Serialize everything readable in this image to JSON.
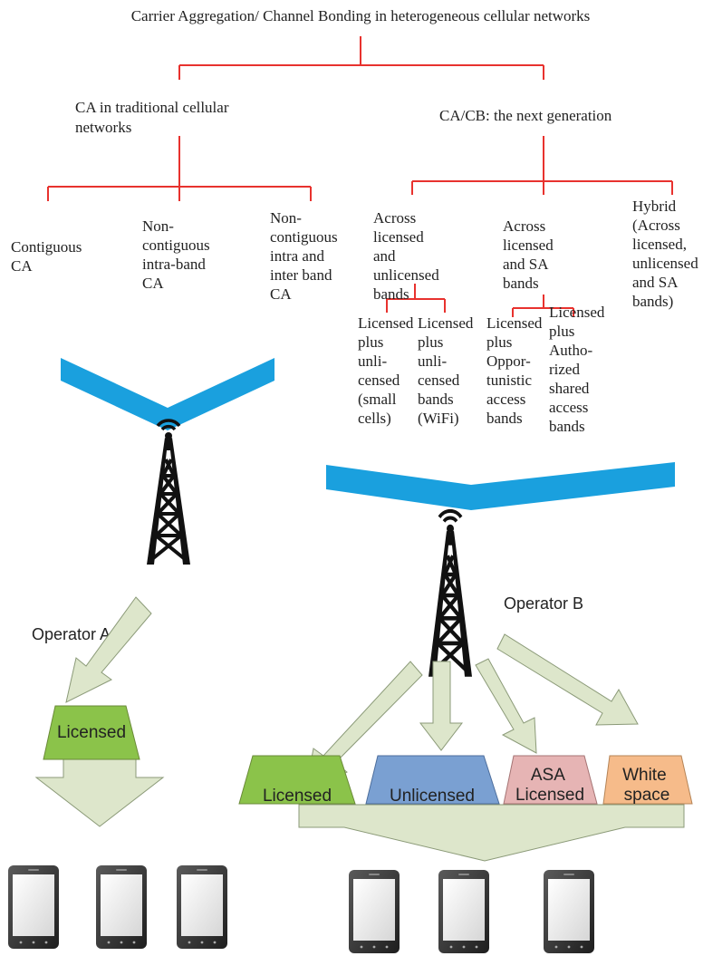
{
  "title": "Carrier Aggregation/ Channel Bonding in heterogeneous cellular networks",
  "tree": {
    "traditional": [
      "CA in traditional cellular",
      "networks"
    ],
    "next_gen": "CA/CB: the next generation",
    "contiguous": [
      "Contiguous",
      "CA"
    ],
    "noncontig_intra": [
      "Non-",
      "contiguous",
      "intra-band",
      "CA"
    ],
    "noncontig_inter": [
      "Non-",
      "contiguous",
      "intra and",
      "inter band",
      "CA"
    ],
    "across_unlicensed": [
      "Across",
      "licensed",
      "and",
      "unlicensed",
      "bands"
    ],
    "across_sa": [
      "Across",
      "licensed",
      "and SA",
      "bands"
    ],
    "hybrid": [
      "Hybrid",
      "(Across",
      "licensed,",
      "unlicensed",
      "and SA",
      "bands)"
    ],
    "lic_small_cells": [
      "Licensed",
      "plus",
      "unli-",
      "censed",
      "(small",
      "cells)"
    ],
    "lic_wifi": [
      "Licensed",
      "plus",
      "unli-",
      "censed",
      "bands",
      "(WiFi)"
    ],
    "lic_opportunistic": [
      "Licensed",
      "plus",
      "Oppor-",
      "tunistic",
      "access",
      "bands"
    ],
    "lic_authorized": [
      "Licensed",
      "plus",
      "Autho-",
      "rized",
      "shared",
      "access",
      "bands"
    ]
  },
  "operators": {
    "a": "Operator A",
    "b": "Operator B"
  },
  "bands": {
    "a_licensed": "Licensed",
    "b_licensed": "Licensed",
    "b_unlicensed": "Unlicensed",
    "b_asa": [
      "ASA",
      "Licensed"
    ],
    "b_white": [
      "White",
      "space"
    ]
  },
  "colors": {
    "tree_lines": "#e8322e",
    "banner": "#1aa0de",
    "arrow_fill": "#dde6cb",
    "licensed": "#8bc34a",
    "unlicensed": "#7aa0d2",
    "asa": "#e6b4b4",
    "white_space": "#f6bb8a"
  }
}
